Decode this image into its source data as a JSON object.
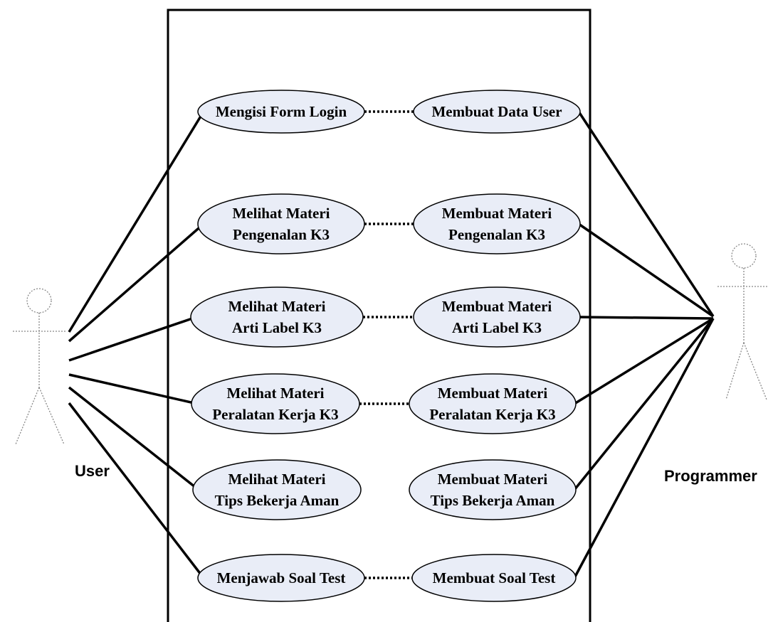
{
  "actors": {
    "left": {
      "label": "User"
    },
    "right": {
      "label": "Programmer"
    }
  },
  "use_cases": {
    "user": [
      [
        "Mengisi Form Login"
      ],
      [
        "Melihat  Materi",
        "Pengenalan K3"
      ],
      [
        "Melihat  Materi",
        "Arti Label K3"
      ],
      [
        "Melihat Materi",
        "Peralatan Kerja K3"
      ],
      [
        "Melihat Materi",
        "Tips Bekerja Aman"
      ],
      [
        "Menjawab Soal Test"
      ]
    ],
    "programmer": [
      [
        "Membuat Data User"
      ],
      [
        "Membuat Materi",
        "Pengenalan K3"
      ],
      [
        "Membuat Materi",
        "Arti Label K3"
      ],
      [
        "Membuat Materi",
        "Peralatan Kerja K3"
      ],
      [
        "Membuat Materi",
        "Tips Bekerja Aman"
      ],
      [
        "Membuat Soal Test"
      ]
    ]
  },
  "links": {
    "user_to_programmer_dotted": [
      0,
      1,
      2,
      3,
      5
    ]
  },
  "colors": {
    "use_case_fill": "#e9edf7",
    "line": "#000000",
    "actor_figure": "#888888"
  }
}
